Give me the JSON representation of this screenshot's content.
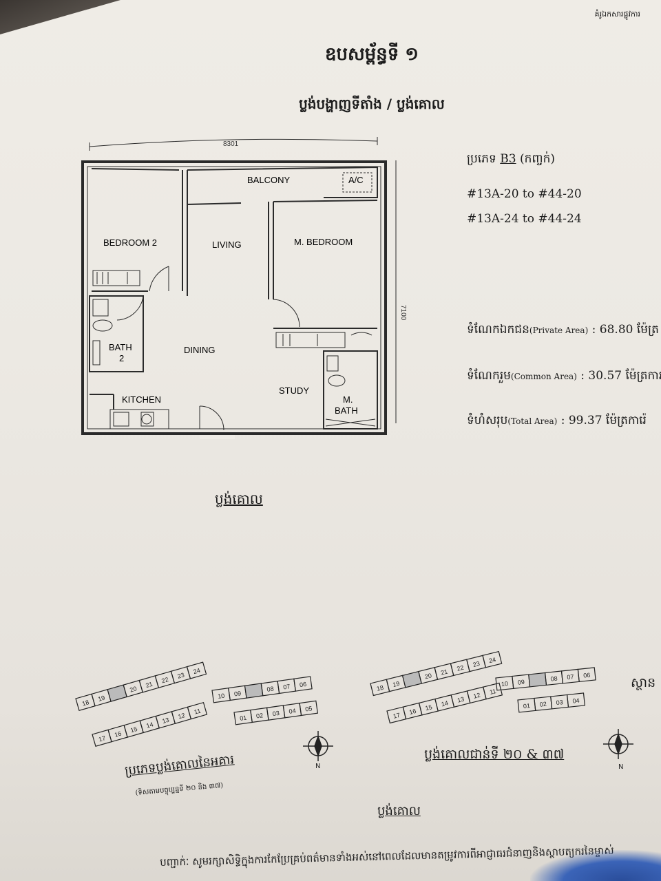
{
  "header": {
    "top_right": "គំរូឯកសារផ្លូវការ",
    "title": "ឧបសម្ព័ន្ធទី ១",
    "subtitle": "ប្លង់បង្ហាញទីតាំង / ប្លង់គោល"
  },
  "plan": {
    "dim_width": "8301",
    "dim_depth": "7100",
    "rooms": {
      "balcony": "BALCONY",
      "ac": "A/C",
      "bedroom2": "BEDROOM 2",
      "living": "LIVING",
      "m_bedroom": "M. BEDROOM",
      "bath2_a": "BATH",
      "bath2_b": "2",
      "dining": "DINING",
      "study": "STUDY",
      "kitchen": "KITCHEN",
      "mbath_a": "M.",
      "mbath_b": "BATH"
    },
    "caption": "ប្លង់គោល"
  },
  "unit_info": {
    "type_prefix": "ប្រភេទ",
    "type_code": "B3",
    "type_suffix": "(កញ្ចក់)",
    "units_1": "#13A-20 to #44-20",
    "units_2": "#13A-24 to #44-24",
    "private_label": "ទំណែកឯកជន",
    "private_en": "(Private Area)",
    "private_value": ": 68.80 ម៉ែត្រ",
    "common_label": "ទំណែករួម",
    "common_en": "(Common Area)",
    "common_value": ": 30.57 ម៉ែត្រការ",
    "total_label": "ទំហំសរុប",
    "total_en": "(Total Area)",
    "total_value": ": 99.37 ម៉ែត្រការ៉េ"
  },
  "key_plans": {
    "left_units_upper": [
      "18",
      "19",
      "",
      "20",
      "21",
      "22",
      "23",
      "24"
    ],
    "left_units_lower": [
      "17",
      "16",
      "15",
      "14",
      "13",
      "12",
      "11"
    ],
    "left_units_right_top": [
      "10",
      "09",
      "",
      "08",
      "07",
      "06"
    ],
    "left_units_right_bottom": [
      "01",
      "02",
      "03",
      "04",
      "05"
    ],
    "left_caption": "ប្រភេទប្លង់គោលនៃអគារ",
    "left_sub": "(ទិសតាមបច្ចុប្បន្នទី ២០ និង ៣៧)",
    "right_units_upper": [
      "18",
      "19",
      "",
      "20",
      "21",
      "22",
      "23",
      "24"
    ],
    "right_units_lower": [
      "17",
      "16",
      "15",
      "14",
      "13",
      "12",
      "11"
    ],
    "right_units_right_top": [
      "10",
      "09",
      "",
      "08",
      "07",
      "06"
    ],
    "right_units_right_bottom": [
      "01",
      "02",
      "03",
      "04"
    ],
    "right_caption": "ប្លង់គោលជាន់ទី ២០ & ៣៧",
    "right_side_label": "ស្ថាន",
    "north": "N"
  },
  "footer": {
    "caption": "ប្លង់គោល",
    "note": "បញ្ជាក់ៈ សូមរក្សាសិទ្ធិក្នុងការកែប្រែគ្រប់ពត៌មានទាំងអស់នៅពេលដែលមានតម្រូវការពីអាជ្ញាធរជំនាញនិងស្ថាបត្យករនៃម្ចាស់"
  }
}
